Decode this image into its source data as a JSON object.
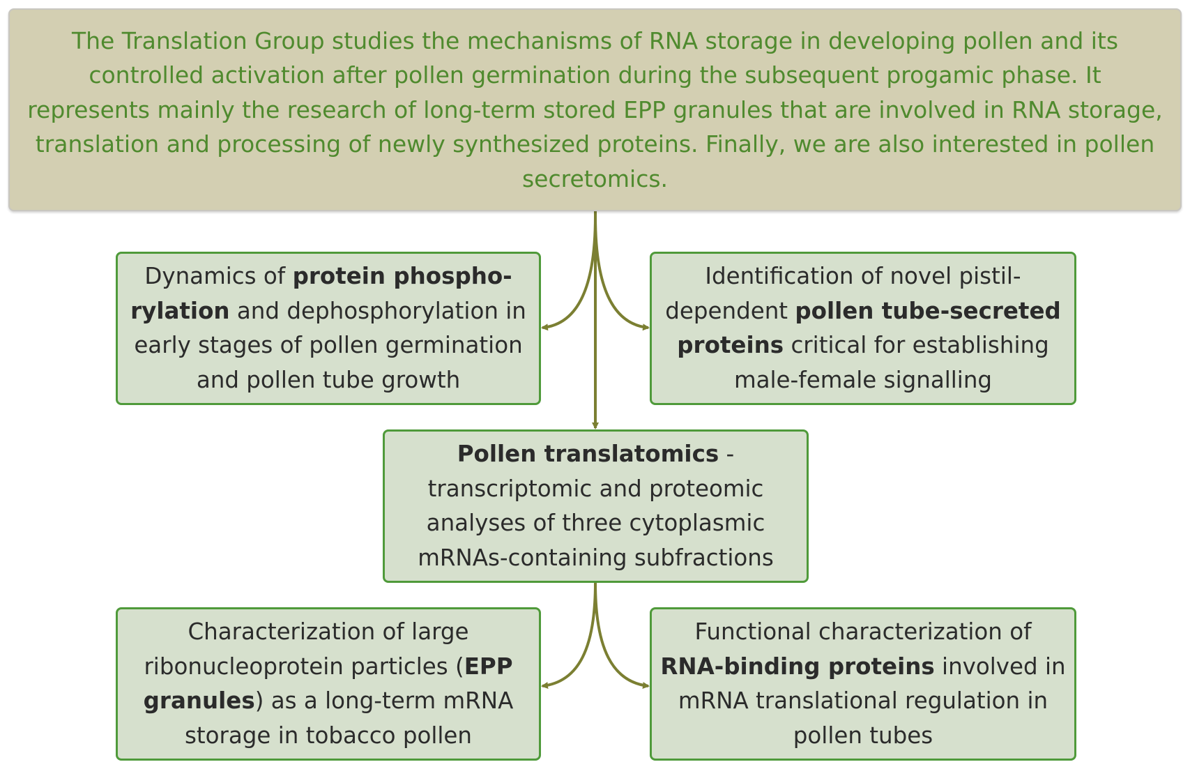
{
  "header": {
    "text": "The Translation Group studies the mechanisms of RNA storage in developing pollen and its controlled activation after pollen germination during the subsequent progamic phase. It represents mainly the research of long-term stored EPP granules that are involved in RNA storage, translation and processing of newly synthesized proteins. Finally, we are also interested in pollen secretomics."
  },
  "nodes": {
    "top_left": {
      "t1": "Dynamics of ",
      "b1": "protein phospho-",
      "b2": "rylation",
      "t2": " and dephosphorylation in early stages of pollen germination and pollen tube growth"
    },
    "top_right": {
      "t1": "Identification of novel pistil-dependent ",
      "b1": "pollen tube-secreted proteins",
      "t2": " critical for establishing male-female signalling"
    },
    "center": {
      "b1": "Pollen translatomics",
      "t1": " - transcriptomic and proteomic analyses of three cytoplasmic mRNAs-containing subfractions"
    },
    "bottom_left": {
      "t1": "Characterization of large ribonucleoprotein particles (",
      "b1": "EPP granules",
      "t2": ") as a long-term mRNA storage in tobacco pollen"
    },
    "bottom_right": {
      "t1": "Functional characterization of ",
      "b1": "RNA-binding proteins",
      "t2": " involved in mRNA translational regulation in pollen tubes"
    }
  },
  "colors": {
    "header_bg": "#d3cfb2",
    "header_text": "#4f8a2e",
    "node_bg": "#d6e0cd",
    "node_border": "#4f9a3a",
    "connector": "#7b7f32"
  }
}
